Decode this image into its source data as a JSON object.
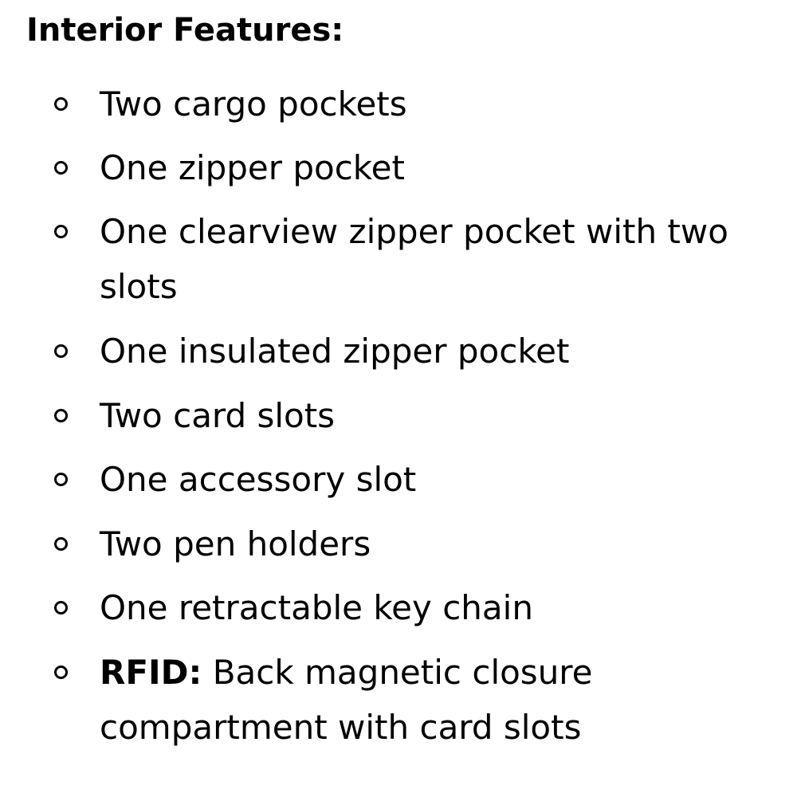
{
  "heading": "Interior Features:",
  "items": [
    {
      "lines": [
        "Two cargo pockets"
      ]
    },
    {
      "lines": [
        "One zipper pocket"
      ]
    },
    {
      "lines": [
        "One clearview zipper pocket with two",
        "slots"
      ]
    },
    {
      "lines": [
        "One insulated zipper pocket"
      ]
    },
    {
      "lines": [
        "Two card slots"
      ]
    },
    {
      "lines": [
        "One accessory slot"
      ]
    },
    {
      "lines": [
        "Two pen holders"
      ]
    },
    {
      "lines": [
        "One retractable key chain"
      ]
    },
    {
      "bold_prefix": "RFID:",
      "lines": [
        "Back magnetic closure",
        "compartment with card slots"
      ]
    }
  ],
  "bullet_icon": "hollow-circle-bullet-icon"
}
